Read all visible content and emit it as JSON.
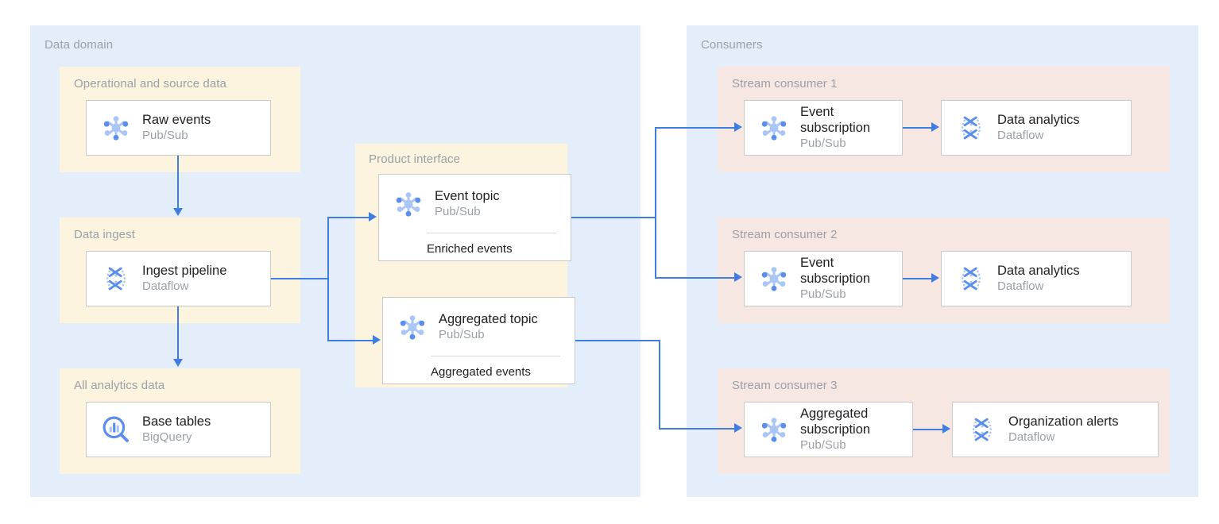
{
  "diagram": {
    "groups": {
      "data_domain": {
        "label": "Data domain",
        "subgroups": {
          "operational": "Operational and source data",
          "ingest": "Data ingest",
          "analytics": "All analytics data",
          "product_interface": "Product interface"
        }
      },
      "consumers": {
        "label": "Consumers",
        "subgroups": {
          "stream1": "Stream consumer 1",
          "stream2": "Stream consumer 2",
          "stream3": "Stream consumer 3"
        }
      }
    },
    "nodes": {
      "raw_events": {
        "title": "Raw events",
        "subtitle": "Pub/Sub",
        "icon": "pubsub-icon"
      },
      "ingest_pipeline": {
        "title": "Ingest pipeline",
        "subtitle": "Dataflow",
        "icon": "dataflow-icon"
      },
      "base_tables": {
        "title": "Base tables",
        "subtitle": "BigQuery",
        "icon": "bigquery-icon"
      },
      "event_topic": {
        "title": "Event topic",
        "subtitle": "Pub/Sub",
        "icon": "pubsub-icon",
        "footer": "Enriched events"
      },
      "aggregated_topic": {
        "title": "Aggregated topic",
        "subtitle": "Pub/Sub",
        "icon": "pubsub-icon",
        "footer": "Aggregated events"
      },
      "event_sub_1": {
        "title": "Event subscription",
        "subtitle": "Pub/Sub",
        "icon": "pubsub-icon"
      },
      "data_analytics_1": {
        "title": "Data analytics",
        "subtitle": "Dataflow",
        "icon": "dataflow-icon"
      },
      "event_sub_2": {
        "title": "Event subscription",
        "subtitle": "Pub/Sub",
        "icon": "pubsub-icon"
      },
      "data_analytics_2": {
        "title": "Data analytics",
        "subtitle": "Dataflow",
        "icon": "dataflow-icon"
      },
      "aggregated_sub_3": {
        "title": "Aggregated subscription",
        "subtitle": "Pub/Sub",
        "icon": "pubsub-icon"
      },
      "org_alerts_3": {
        "title": "Organization alerts",
        "subtitle": "Dataflow",
        "icon": "dataflow-icon"
      }
    },
    "colors": {
      "panel_blue": "#e4eefa",
      "panel_yellow": "#fdf4e0",
      "panel_pink": "#f7e7e3",
      "connector": "#3f7de0",
      "icon_blue_dark": "#5b8ded",
      "icon_blue_light": "#a9c6f7",
      "card_border": "#c9c9c9",
      "label_grey": "#9aa0a6",
      "title_text": "#202124"
    }
  }
}
